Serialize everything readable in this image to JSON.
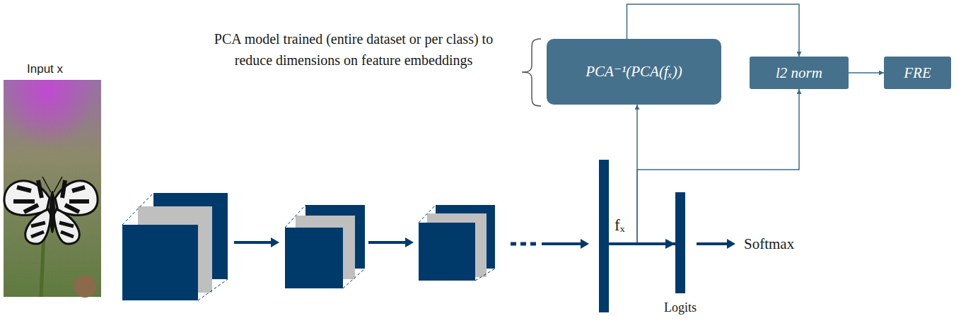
{
  "diagram": {
    "nodes": [
      {
        "text": [
          "PCA⁻¹(PCA(fₓ))"
        ]
      },
      {
        "text": [
          "l2 norm"
        ]
      },
      {
        "text": [
          "FRE"
        ]
      },
      {
        "text": [
          "fₓ"
        ]
      },
      {
        "text": [
          "Logits"
        ]
      }
    ],
    "edges": [
      {
        "from": 3,
        "to": 0,
        "arrow": "to"
      },
      {
        "from": 3,
        "to": 1,
        "arrow": "to"
      },
      {
        "from": 0,
        "to": 1,
        "arrow": "to"
      },
      {
        "from": 1,
        "to": 2,
        "arrow": "to"
      },
      {
        "from": 3,
        "to": 4,
        "arrow": "to"
      }
    ],
    "labels": [
      "Input x",
      "PCA model trained (entire dataset or per class) to reduce dimensions on feature embeddings",
      "Softmax"
    ]
  }
}
